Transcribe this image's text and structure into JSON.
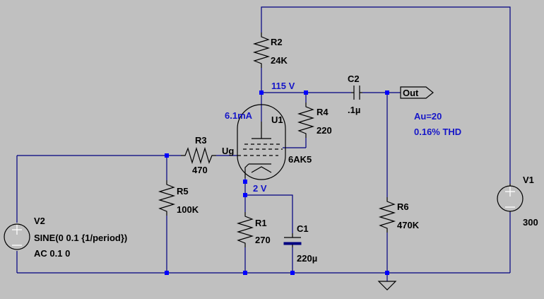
{
  "components": {
    "R1": {
      "name": "R1",
      "value": "270"
    },
    "R2": {
      "name": "R2",
      "value": "24K"
    },
    "R3": {
      "name": "R3",
      "value": "470"
    },
    "R4": {
      "name": "R4",
      "value": "220"
    },
    "R5": {
      "name": "R5",
      "value": "100K"
    },
    "R6": {
      "name": "R6",
      "value": "470K"
    },
    "C1": {
      "name": "C1",
      "value": "220µ"
    },
    "C2": {
      "name": "C2",
      "value": ".1µ"
    },
    "U1": {
      "name": "U1",
      "value": "6AK5"
    },
    "V1": {
      "name": "V1",
      "value": "300"
    },
    "V2": {
      "name": "V2",
      "value_line1": "SINE(0 0.1 {1/period})",
      "value_line2": "AC 0.1 0"
    }
  },
  "nets": {
    "plate_voltage": "115 V",
    "cathode_voltage": "2 V",
    "plate_current": "6.1mA",
    "grid_label": "Ug",
    "output_port": "Out"
  },
  "annotations": {
    "gain": "Au=20",
    "thd": "0.16% THD"
  }
}
